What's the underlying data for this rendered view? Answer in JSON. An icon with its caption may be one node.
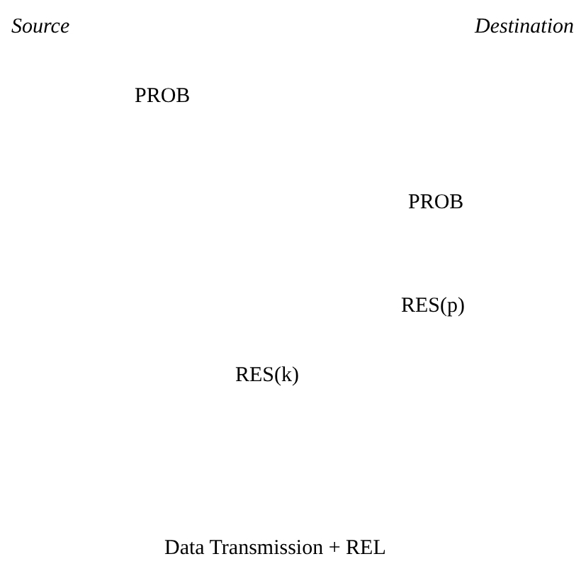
{
  "diagram": {
    "labels": [
      "Source",
      "Destination",
      "PROB",
      "PROB",
      "RES(p)",
      "RES(k)",
      "Data Transmission + REL"
    ]
  }
}
